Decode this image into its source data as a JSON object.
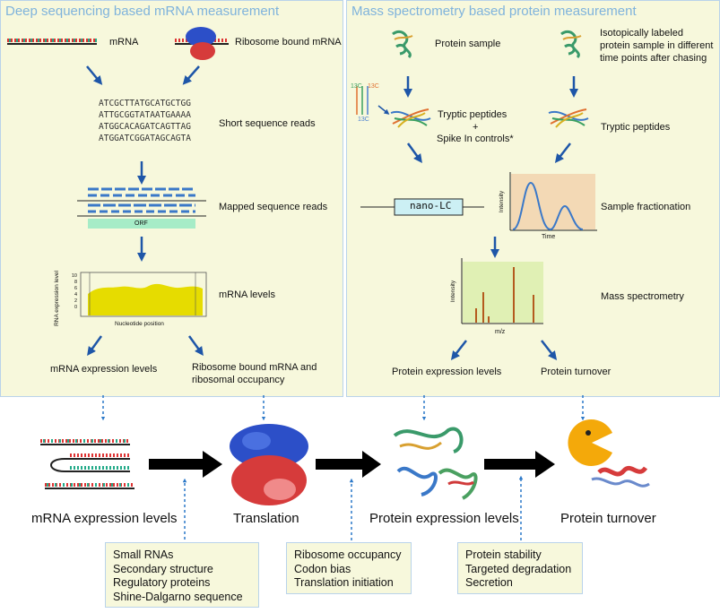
{
  "left_panel": {
    "title": "Deep sequencing based mRNA measurement",
    "mrna": "mRNA",
    "ribosome_mrna": "Ribosome bound mRNA",
    "reads": [
      "ATCGCTTATGCATGCTGG",
      "ATTGCGGTATAATGAAAA",
      "ATGGCACAGATCAGTTAG",
      "ATGGATCGGATAGCAGTA"
    ],
    "short_reads": "Short sequence reads",
    "orf": "ORF",
    "mapped_reads": "Mapped sequence reads",
    "plot_ylabel": "RNA expression level",
    "plot_xlabel": "Nucleotide position",
    "plot_ticks": [
      "0",
      "2",
      "4",
      "6",
      "8",
      "10"
    ],
    "mrna_levels": "mRNA levels",
    "out1": "mRNA expression levels",
    "out2_line1": "Ribosome bound mRNA and",
    "out2_line2": "ribosomal occupancy"
  },
  "right_panel": {
    "title": "Mass spectrometry based protein measurement",
    "protein_sample": "Protein sample",
    "iso_line1": "Isotopically labeled",
    "iso_line2": "protein sample in different",
    "iso_line3": "time points after chasing",
    "c13a": "13C",
    "c13b": "13C",
    "c13c": "13C",
    "tryptic1": "Tryptic peptides",
    "plus": "+",
    "spike": "Spike In controls*",
    "tryptic2": "Tryptic peptides",
    "nanolc": "nano-LC",
    "lc_ylabel": "Intensity",
    "lc_xlabel": "Time",
    "sample_frac": "Sample fractionation",
    "ms_ylabel": "Intensity",
    "ms_xlabel": "m/z",
    "mass_spec": "Mass spectrometry",
    "out1": "Protein expression levels",
    "out2": "Protein turnover"
  },
  "flow": {
    "stage1": "mRNA expression levels",
    "stage2": "Translation",
    "stage3": "Protein expression levels",
    "stage4": "Protein turnover"
  },
  "notes": {
    "note1": [
      "Small RNAs",
      "Secondary structure",
      "Regulatory proteins",
      "Shine-Dalgarno sequence"
    ],
    "note2": [
      "Ribosome occupancy",
      "Codon bias",
      "Translation initiation"
    ],
    "note3": [
      "Protein stability",
      "Targeted degradation",
      "Secretion"
    ]
  },
  "colors": {
    "panel_bg": "#f7f8dc",
    "panel_border": "#b9d3ea",
    "title_blue": "#7fb3dc",
    "arrow_blue": "#1e56a8",
    "plot_yellow": "#e6dc00",
    "chrom_bg": "#f3d9b5",
    "ms_bg": "#e0f0b4",
    "peak_brown": "#b45a1e"
  }
}
